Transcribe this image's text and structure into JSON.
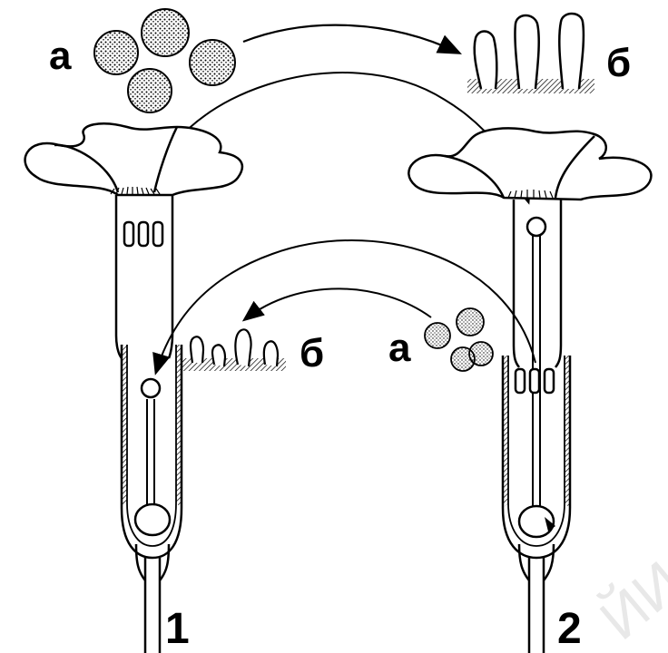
{
  "labels": {
    "pollen_top": "а",
    "papillae_top": "б",
    "papillae_mid": "б",
    "pollen_mid": "а",
    "flower_1": "1",
    "flower_2": "2"
  },
  "watermark": "ЙИ",
  "colors": {
    "ink": "#000000",
    "paper": "#ffffff",
    "watermark": "#e8e8e8"
  }
}
